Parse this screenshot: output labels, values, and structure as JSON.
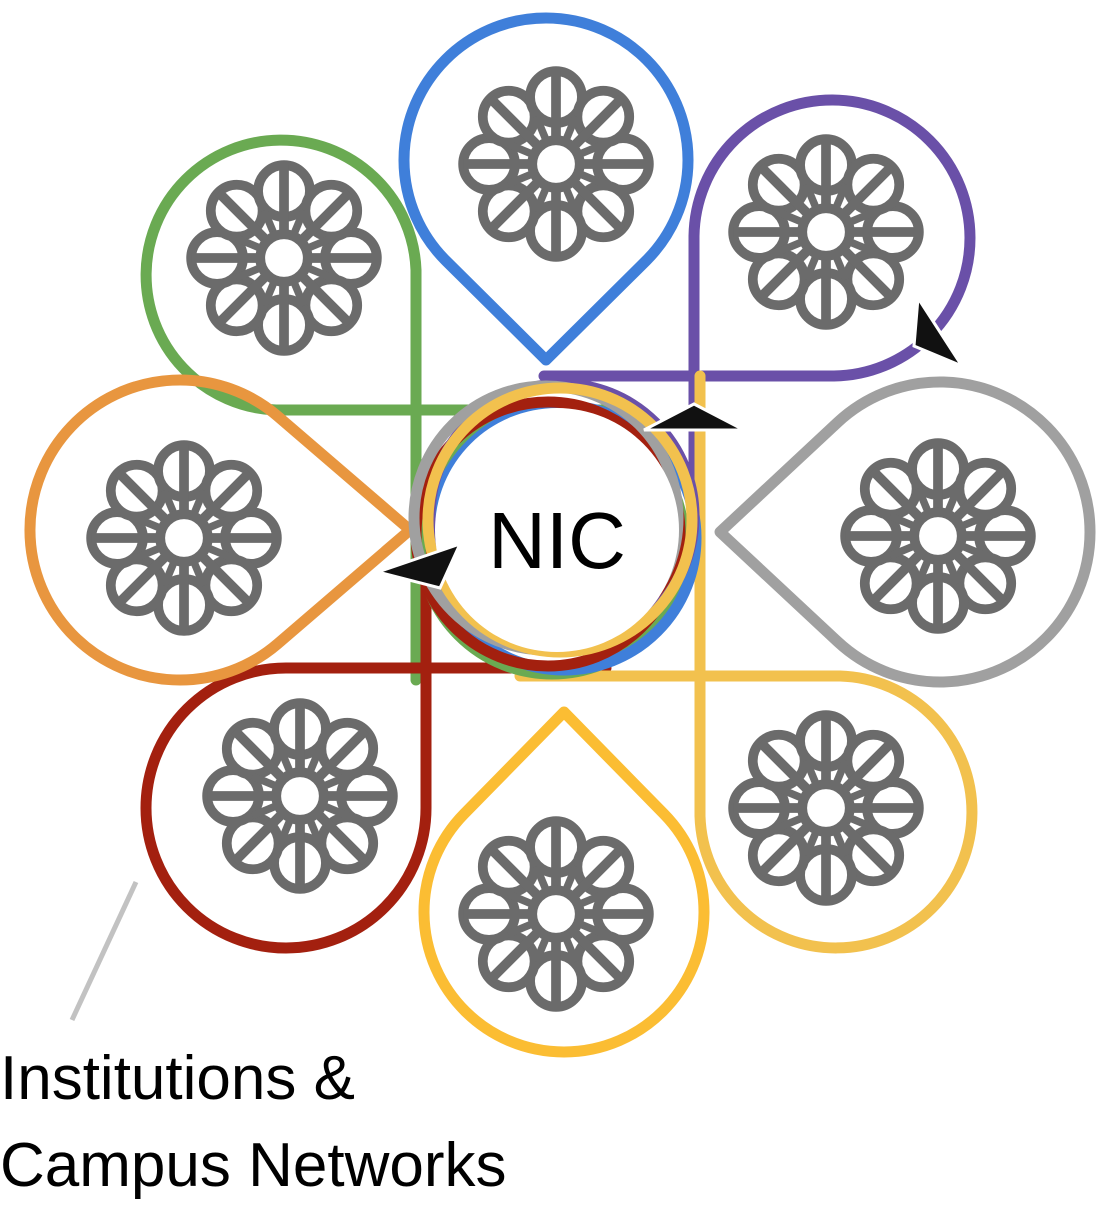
{
  "hub": {
    "label": "NIC"
  },
  "caption": {
    "line1": "Institutions &",
    "line2": "Campus Networks"
  },
  "colors": {
    "network_icon": "#6b6b6b",
    "leader_line": "#c2c2c2",
    "arrow": "#111111"
  },
  "loops": [
    {
      "name": "blue",
      "color": "#3f7fda"
    },
    {
      "name": "purple",
      "color": "#6a50a8"
    },
    {
      "name": "gray",
      "color": "#a0a0a0"
    },
    {
      "name": "yellow",
      "color": "#f2c14e"
    },
    {
      "name": "gold",
      "color": "#fbbd33"
    },
    {
      "name": "red",
      "color": "#a3200f"
    },
    {
      "name": "orange",
      "color": "#e8963f"
    },
    {
      "name": "green",
      "color": "#6aaa52"
    }
  ],
  "network_icon_name": "network-flower-icon",
  "arrow_icon_name": "arrowhead-icon"
}
